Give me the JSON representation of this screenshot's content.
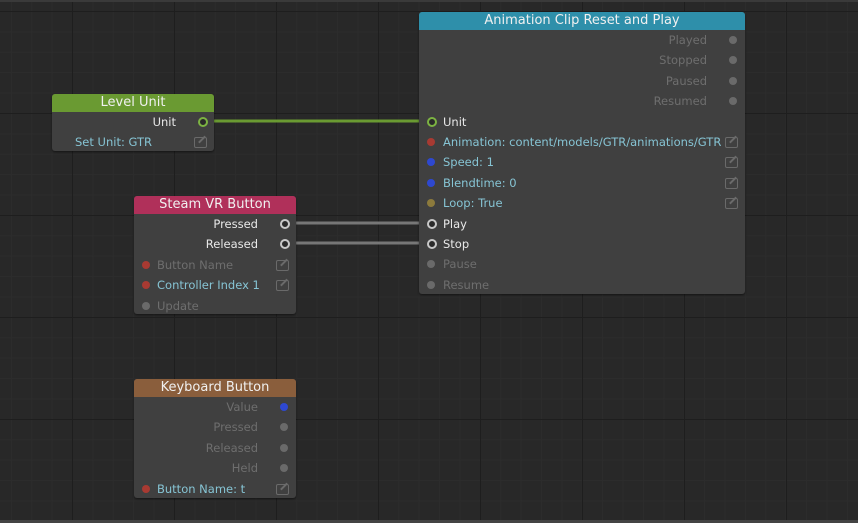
{
  "colors": {
    "background": "#282828",
    "node_body": "#404040",
    "level_unit_header": "#6a9a32",
    "steam_vr_header": "#b0305a",
    "keyboard_header": "#8a5e3c",
    "animation_header": "#2e8faa",
    "wire_unit": "#6a9a32",
    "wire_event": "#777777",
    "pin_red": "#a83a32",
    "pin_blue": "#2e48d0",
    "pin_gold": "#8c7a3c",
    "pin_grey": "#7a7a7a",
    "value_text": "#86c4d4"
  },
  "nodes": {
    "level_unit": {
      "title": "Level Unit",
      "outputs": [
        {
          "label": "Unit",
          "pin": "unit-ring-green"
        }
      ],
      "params": [
        {
          "label": "Set Unit: GTR",
          "editable": true
        }
      ]
    },
    "steam_vr_button": {
      "title": "Steam VR Button",
      "outputs": [
        {
          "label": "Pressed",
          "pin": "event-ring"
        },
        {
          "label": "Released",
          "pin": "event-ring"
        }
      ],
      "inputs": [
        {
          "label": "Button Name",
          "pin": "red",
          "editable": true,
          "dim": true
        },
        {
          "label": "Controller Index 1",
          "pin": "red",
          "editable": true,
          "dim": false
        },
        {
          "label": "Update",
          "pin": "grey",
          "editable": false,
          "dim": true
        }
      ]
    },
    "keyboard_button": {
      "title": "Keyboard Button",
      "outputs": [
        {
          "label": "Value",
          "pin": "blue"
        },
        {
          "label": "Pressed",
          "pin": "grey"
        },
        {
          "label": "Released",
          "pin": "grey"
        },
        {
          "label": "Held",
          "pin": "grey"
        }
      ],
      "inputs": [
        {
          "label": "Button Name: t",
          "pin": "red",
          "editable": true
        }
      ]
    },
    "animation_clip": {
      "title": "Animation Clip Reset and Play",
      "outputs": [
        {
          "label": "Played",
          "pin": "grey"
        },
        {
          "label": "Stopped",
          "pin": "grey"
        },
        {
          "label": "Paused",
          "pin": "grey"
        },
        {
          "label": "Resumed",
          "pin": "grey"
        }
      ],
      "inputs": [
        {
          "label": "Unit",
          "pin": "unit-ring-green",
          "editable": false
        },
        {
          "label": "Animation: content/models/GTR/animations/GTR",
          "pin": "red",
          "editable": true
        },
        {
          "label": "Speed: 1",
          "pin": "blue",
          "editable": true
        },
        {
          "label": "Blendtime: 0",
          "pin": "blue",
          "editable": true
        },
        {
          "label": "Loop: True",
          "pin": "gold",
          "editable": true
        },
        {
          "label": "Play",
          "pin": "event-ring",
          "editable": false
        },
        {
          "label": "Stop",
          "pin": "event-ring",
          "editable": false
        },
        {
          "label": "Pause",
          "pin": "grey",
          "editable": false
        },
        {
          "label": "Resume",
          "pin": "grey",
          "editable": false
        }
      ]
    }
  },
  "connections": [
    {
      "from": "Level Unit.Unit",
      "to": "Animation Clip Reset and Play.Unit"
    },
    {
      "from": "Steam VR Button.Pressed",
      "to": "Animation Clip Reset and Play.Play"
    },
    {
      "from": "Steam VR Button.Released",
      "to": "Animation Clip Reset and Play.Stop"
    }
  ]
}
